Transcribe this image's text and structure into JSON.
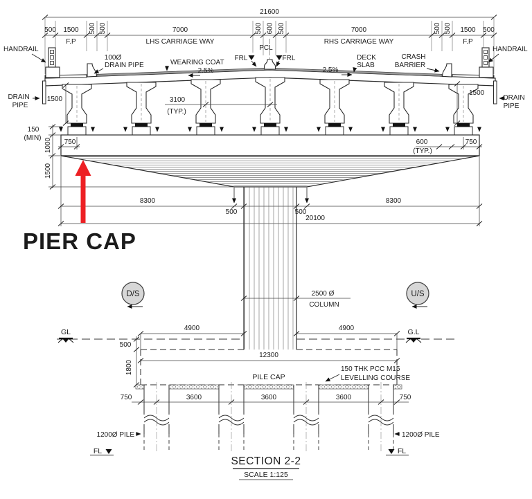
{
  "callout": {
    "label": "PIER CAP",
    "color": "#f5821f",
    "arrow_color": "#ed2024"
  },
  "titleblock": {
    "title": "SECTION 2-2",
    "scale": "SCALE 1:125"
  },
  "top_dims": {
    "overall": "21600",
    "segs": [
      "500",
      "1500",
      "500",
      "500",
      "7000",
      "500",
      "600",
      "500",
      "7000",
      "500",
      "500",
      "1500",
      "500"
    ],
    "fp": "F.P",
    "lhs_label": "LHS CARRIAGE WAY",
    "rhs_label": "RHS CARRIAGE WAY",
    "pcl": "PCL"
  },
  "superstructure": {
    "handrail": "HANDRAIL",
    "drain_dia": "100Ø",
    "drain_pipe": "DRAIN PIPE",
    "wearing_coat": "WEARING COAT",
    "slope": "2.5%",
    "frl": "FRL",
    "deck_word": "DECK",
    "slab_word": "SLAB",
    "crash_word": "CRASH",
    "barrier_word": "BARRIER",
    "drain_word": "DRAIN",
    "pipe_word": "PIPE",
    "edge_depth": "1500",
    "girder_spacing": "3100",
    "typ": "(TYP.)"
  },
  "pier": {
    "seating": "150",
    "seating_min": "(MIN)",
    "cap_edge": "750",
    "pedestal": "600",
    "pedestal_typ": "(TYP.)",
    "cap_depth_rect": "1000",
    "cap_depth_taper": "1500",
    "cap_half": "8300",
    "col_offset": "500",
    "cap_total": "20100",
    "column_dia": "2500 Ø",
    "column_word": "COLUMN",
    "ds": "D/S",
    "us": "U/S"
  },
  "foundation": {
    "gl_left": "GL",
    "gl_right": "G.L",
    "gl_offset": "500",
    "cap_half": "4900",
    "cap_depth": "1800",
    "cap_width": "12300",
    "cap_label": "PILE CAP",
    "pcc_line1": "150 THK PCC M15",
    "pcc_line2": "LEVELLING COURSE",
    "pile_edge": "750",
    "pile_spacing": "3600",
    "pile_label": "1200Ø PILE",
    "fl": "FL"
  }
}
